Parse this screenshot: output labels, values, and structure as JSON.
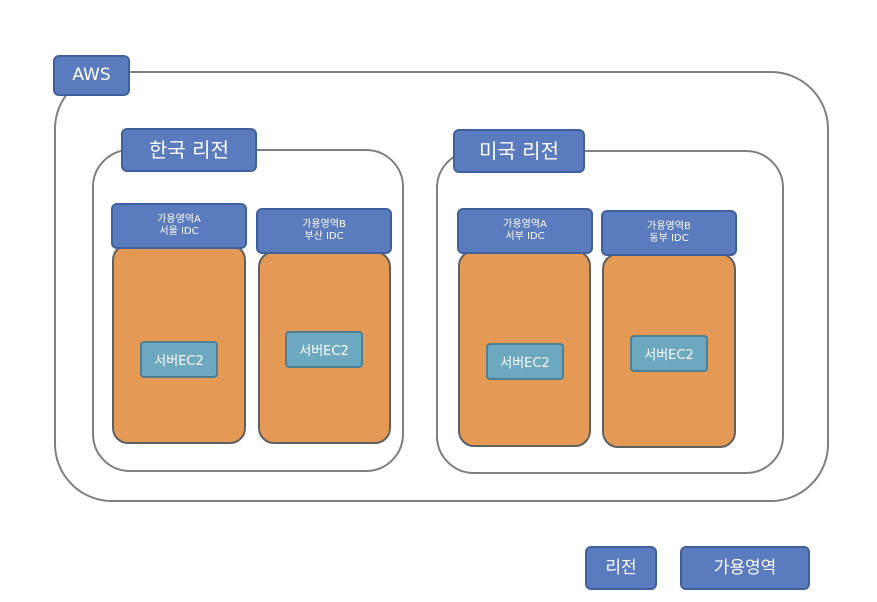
{
  "aws": {
    "label": "AWS"
  },
  "regions": [
    {
      "label": "한국 리전",
      "zones": [
        {
          "name": "가용영역A",
          "idc": "서울 IDC",
          "server": "서버EC2"
        },
        {
          "name": "가용영역B",
          "idc": "부산 IDC",
          "server": "서버EC2"
        }
      ]
    },
    {
      "label": "미국 리전",
      "zones": [
        {
          "name": "가용영역A",
          "idc": "서부 IDC",
          "server": "서버EC2"
        },
        {
          "name": "가용영역B",
          "idc": "동부 IDC",
          "server": "서버EC2"
        }
      ]
    }
  ],
  "legend": {
    "region": "리전",
    "zone": "가용영역"
  },
  "colors": {
    "tag_fill": "#5b7bbf",
    "zone_fill": "#e49a55",
    "server_fill": "#6ca8bf",
    "frame_stroke": "#7f7f7f"
  }
}
